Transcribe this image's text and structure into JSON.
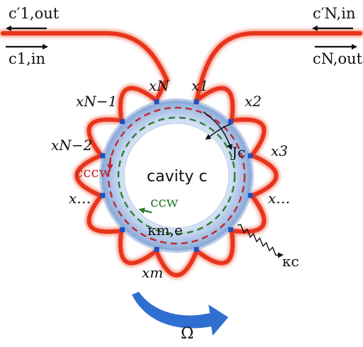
{
  "ports": {
    "c1_out": "c′1,out",
    "c1_in": "c1,in",
    "cN_in": "c′N,in",
    "cN_out": "cN,out"
  },
  "atoms": {
    "xN": "xN",
    "x1": "x1",
    "x2": "x2",
    "xN_1": "xN−1",
    "xN_2": "xN−2",
    "x3": "x3",
    "x_dots_left": "x…",
    "x_dots_right": "x…",
    "xm": "xm"
  },
  "cavity": {
    "label": "cavity  c",
    "ccw": "cccw",
    "cw": "ccw",
    "coupling": "Jc",
    "kappa_me": "κm,e",
    "kappa_c": "κc"
  },
  "rotation": {
    "omega": "Ω"
  },
  "colors": {
    "waveguide": "#e8341c",
    "waveguide_glow": "#f7a08f",
    "ring_fill": "#b9cde8",
    "ring_edge": "#8aa9d8",
    "atom": "#1f4fbf",
    "ccw_dash": "#c0272d",
    "cw_dash": "#2e7d32",
    "arrow_blue": "#2f6fd0"
  }
}
